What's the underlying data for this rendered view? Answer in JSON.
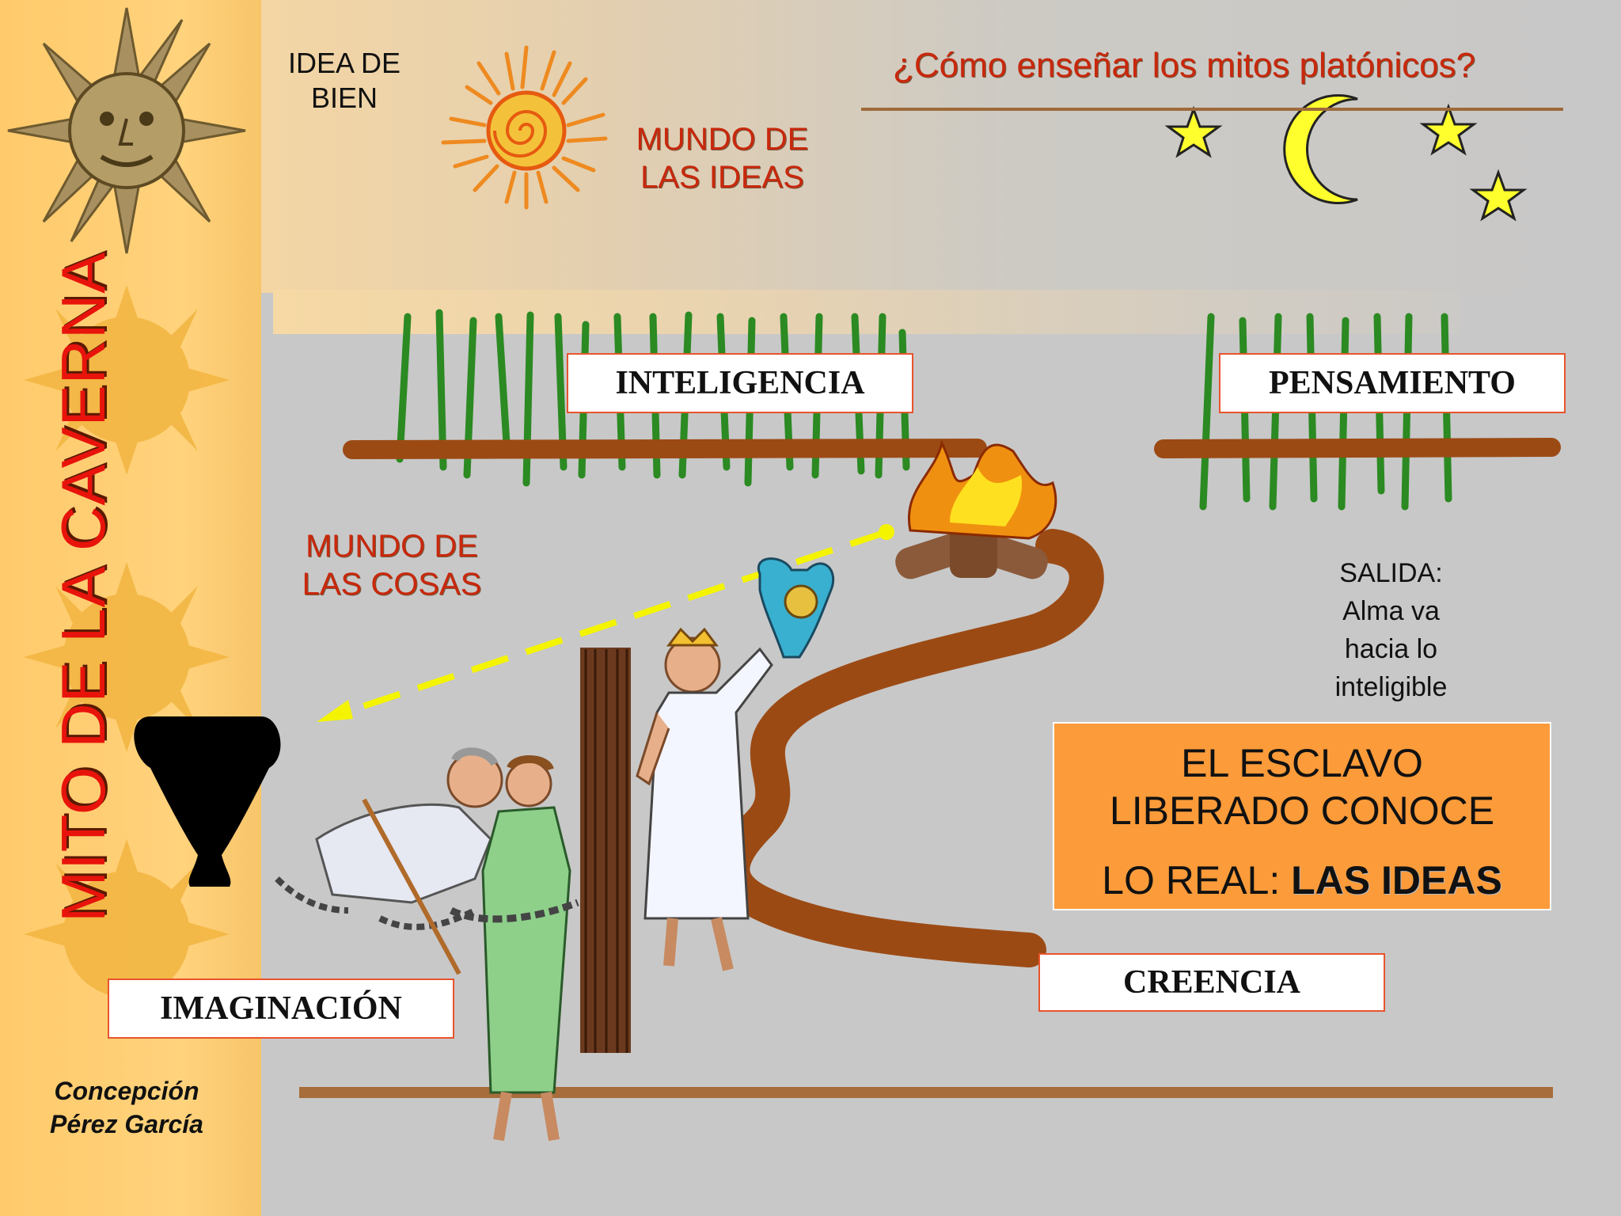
{
  "title": "¿Cómo enseñar los mitos platónicos?",
  "vertical_title": "MITO DE LA CAVERNA",
  "author": {
    "line1": "Concepción",
    "line2": "Pérez García"
  },
  "idea_de_bien": {
    "line1": "IDEA DE",
    "line2": "BIEN"
  },
  "mundo_ideas": {
    "line1": "MUNDO DE",
    "line2": "LAS IDEAS"
  },
  "mundo_cosas": {
    "line1": "MUNDO DE",
    "line2": "LAS COSAS"
  },
  "salida": {
    "line1": "SALIDA:",
    "line2": "Alma va",
    "line3": "hacia lo",
    "line4": "inteligible"
  },
  "boxes": {
    "inteligencia": "INTELIGENCIA",
    "pensamiento": "PENSAMIENTO",
    "creencia": "CREENCIA",
    "imaginacion": "IMAGINACIÓN"
  },
  "conclusion": {
    "line1": "EL ESCLAVO",
    "line2": "LIBERADO CONOCE",
    "line3_prefix": "LO REAL: ",
    "line3_bold": "LAS IDEAS"
  },
  "colors": {
    "sidebar": "#ffca6b",
    "title_red": "#c8280c",
    "box_border": "#e8542c",
    "conclusion_bg": "#fb9b3a",
    "path_brown": "#9c4a14",
    "arrow_yellow": "#f4f400",
    "star_yellow": "#ffff2e"
  }
}
